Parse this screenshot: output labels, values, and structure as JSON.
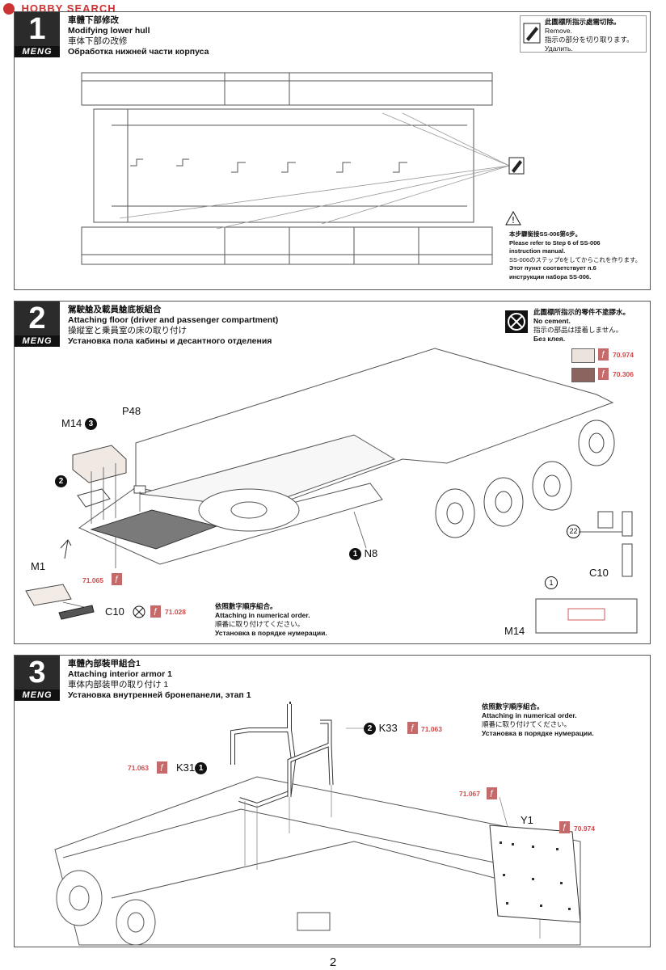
{
  "watermark": "HOBBY SEARCH",
  "page_number": "2",
  "colors": {
    "accent": "#c56a6a",
    "paint_light": "#ece3dc",
    "paint_dark": "#8b6460",
    "badge": "#2b2b2b"
  },
  "step1": {
    "number": "1",
    "logo": "MENG",
    "title_zh": "車體下部修改",
    "title_en": "Modifying lower hull",
    "title_ja": "車体下部の改修",
    "title_ru": "Обработка нижней части корпуса",
    "remove_note": [
      "此圖標所指示處需切除。",
      "Remove.",
      "指示の部分を切り取ります。",
      "Удалить."
    ],
    "ref_note": [
      "本步驟銜接SS-006第6步。",
      "Please refer to Step 6 of SS-006",
      "instruction manual.",
      "SS-006のステップ6をしてからこれを作ります。",
      "Этот пункт соответствует п.6",
      "инструкции набора SS-006."
    ]
  },
  "step2": {
    "number": "2",
    "logo": "MENG",
    "title_zh": "駕駛艙及載員艙底板組合",
    "title_en": "Attaching floor (driver and passenger compartment)",
    "title_ja": "操縦室と乗員室の床の取り付け",
    "title_ru": "Установка пола кабины и десантного отделения",
    "nocement_note": [
      "此圖標所指示的零件不塗膠水。",
      "No cement.",
      "指示の部品は接着しません。",
      "Без клея."
    ],
    "paints": [
      "70.974",
      "70.306"
    ],
    "order_note": [
      "依照數字順序組合。",
      "Attaching in numerical order.",
      "順番に取り付けてください。",
      "Установка в порядке нумерации."
    ],
    "labels": {
      "m14": "M14",
      "p48": "P48",
      "n8": "N8",
      "m1": "M1",
      "c10": "C10",
      "c10b": "C10",
      "m14b": "M14"
    },
    "steps": {
      "s3": "3",
      "s2": "2",
      "s1": "1",
      "s22": "22",
      "s1b": "1"
    },
    "codes": {
      "c1": "71.065",
      "c2": "71.028"
    }
  },
  "step3": {
    "number": "3",
    "logo": "MENG",
    "title_zh": "車體內部裝甲組合1",
    "title_en": "Attaching interior armor 1",
    "title_ja": "車体内部装甲の取り付け 1",
    "title_ru": "Установка внутренней бронепанели, этап 1",
    "order_note": [
      "依照數字順序組合。",
      "Attaching in numerical order.",
      "順番に取り付けてください。",
      "Установка в порядке нумерации."
    ],
    "labels": {
      "k33": "K33",
      "k31": "K31",
      "y1": "Y1"
    },
    "steps": {
      "s2": "2",
      "s1": "1"
    },
    "codes": {
      "k33": "71.063",
      "k31": "71.063",
      "y1a": "71.067",
      "y1b": "70.974"
    }
  }
}
